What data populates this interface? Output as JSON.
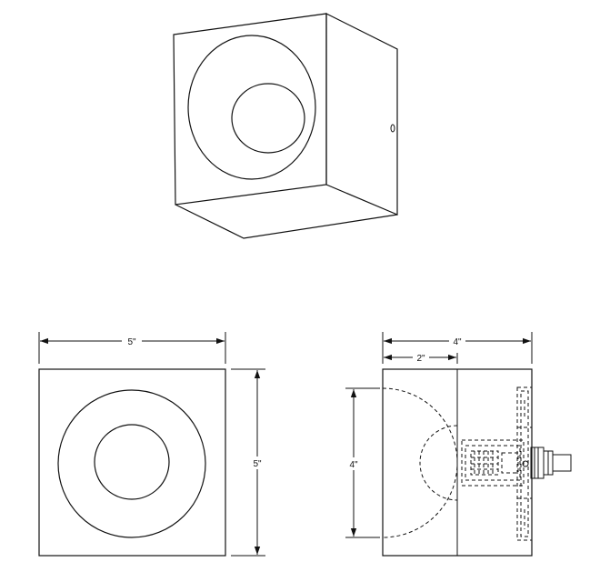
{
  "dimensions": {
    "front_width": "5\"",
    "front_height": "5\"",
    "side_width": "4\"",
    "side_offset": "2\"",
    "side_height": "4\""
  }
}
